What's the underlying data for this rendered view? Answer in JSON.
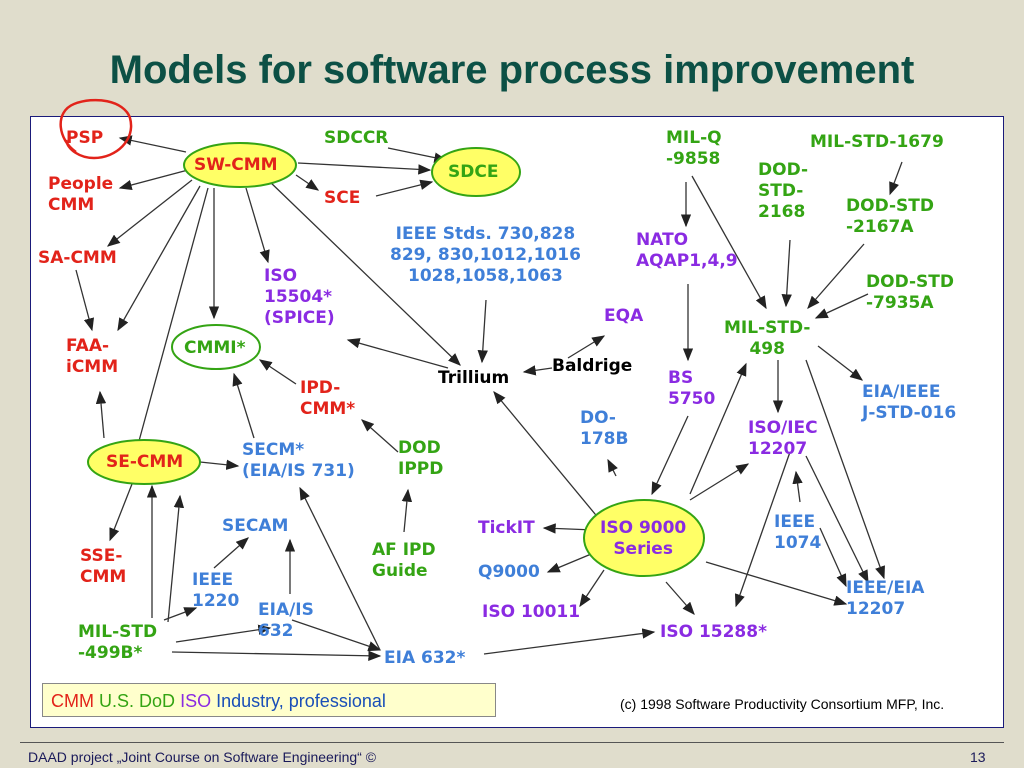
{
  "title": "Models for software process improvement",
  "nodes": {
    "psp": "PSP",
    "people_cmm": "People\nCMM",
    "sa_cmm": "SA-CMM",
    "faa_icmm": "FAA-\niCMM",
    "se_cmm": "SE-CMM",
    "sse_cmm": "SSE-\nCMM",
    "mil_std_499b": "MIL-STD\n-499B*",
    "sw_cmm": "SW-CMM",
    "sdccr": "SDCCR",
    "sdce": "SDCE",
    "sce": "SCE",
    "iso_15504": "ISO\n15504*\n(SPICE)",
    "ieee_stds": "IEEE Stds. 730,828\n829, 830,1012,1016\n1028,1058,1063",
    "cmmi": "CMMI*",
    "ipd_cmm": "IPD-\nCMM*",
    "secm": "SECM*\n(EIA/IS 731)",
    "dod_ippd": "DOD\nIPPD",
    "secam": "SECAM",
    "af_ipd": "AF IPD\nGuide",
    "ieee_1220": "IEEE\n1220",
    "eia_is_632": "EIA/IS\n632",
    "eia_632": "EIA 632*",
    "trillium": "Trillium",
    "baldrige": "Baldrige",
    "eqa": "EQA",
    "mil_q_9858": "MIL-Q\n-9858",
    "nato_aqap": "NATO\nAQAP1,4,9",
    "bs_5750": "BS\n5750",
    "do_178b": "DO-\n178B",
    "iso_9000": "ISO 9000\nSeries",
    "tickit": "TickIT",
    "q9000": "Q9000",
    "iso_10011": "ISO 10011",
    "iso_15288": "ISO 15288*",
    "mil_std_1679": "MIL-STD-1679",
    "dod_std_2168": "DOD-\nSTD-\n2168",
    "dod_std_2167a": "DOD-STD\n-2167A",
    "dod_std_7935a": "DOD-STD\n-7935A",
    "mil_std_498": "MIL-STD-\n498",
    "eia_ieee_j_std": "EIA/IEEE\nJ-STD-016",
    "iso_iec_12207": "ISO/IEC\n12207",
    "ieee_1074": "IEEE\n1074",
    "ieee_eia_12207": "IEEE/EIA\n12207"
  },
  "legend": {
    "cmm": "CMM",
    "dod": "U.S. DoD",
    "iso": "ISO",
    "industry": "Industry, professional"
  },
  "colors": {
    "cmm": "#e2231a",
    "dod": "#34a414",
    "iso": "#8a2be2",
    "industry": "#3f7fd8",
    "title": "#0c5045",
    "ellipse_fill": "#ffff66",
    "ellipse_stroke": "#34a414",
    "highlight_circle": "#e2231a"
  },
  "credit": "(c) 1998 Software Productivity Consortium MFP, Inc.",
  "footer": {
    "left": "DAAD project „Joint Course on Software Engineering“ ©",
    "page": "13"
  }
}
